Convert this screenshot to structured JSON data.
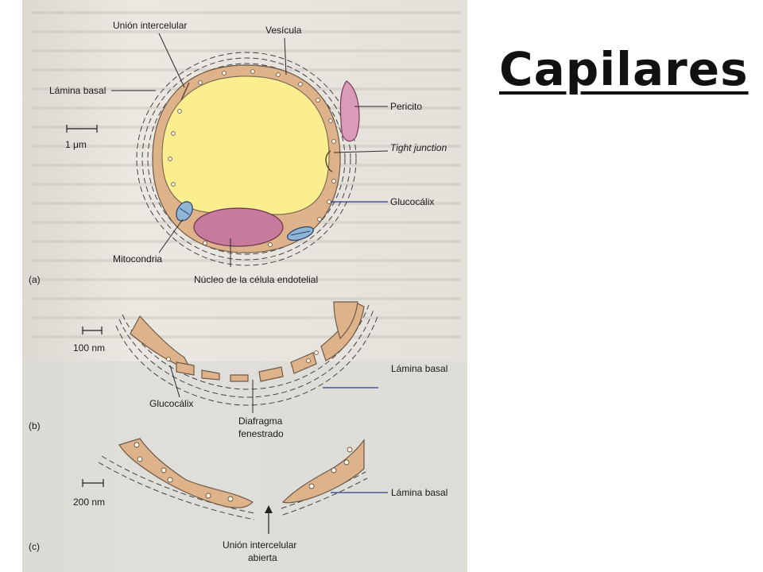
{
  "slide": {
    "title": "Capilares"
  },
  "figure": {
    "panel_a": {
      "tag": "(a)",
      "labels": {
        "union_intercelular": "Unión intercelular",
        "vesicula": "Vesícula",
        "lamina_basal": "Lámina basal",
        "pericito": "Pericito",
        "tight_junction": "Tight junction",
        "glucocalix": "Glucocálix",
        "mitocondria": "Mitocondria",
        "nucleo": "Núcleo de la célula endotelial"
      },
      "scale": "1 μm"
    },
    "panel_b": {
      "tag": "(b)",
      "labels": {
        "lamina_basal": "Lámina basal",
        "glucocalix": "Glucocálix",
        "diafragma_line1": "Diafragma",
        "diafragma_line2": "fenestrado"
      },
      "scale": "100 nm"
    },
    "panel_c": {
      "tag": "(c)",
      "labels": {
        "lamina_basal": "Lámina basal",
        "union_line1": "Unión intercelular",
        "union_line2": "abierta"
      },
      "scale": "200 nm"
    }
  },
  "colors": {
    "cytoplasm": "#dfb38a",
    "lumen": "#fbee8e",
    "nucleus": "#c77a9c",
    "page_background": "#e7e4dd"
  }
}
